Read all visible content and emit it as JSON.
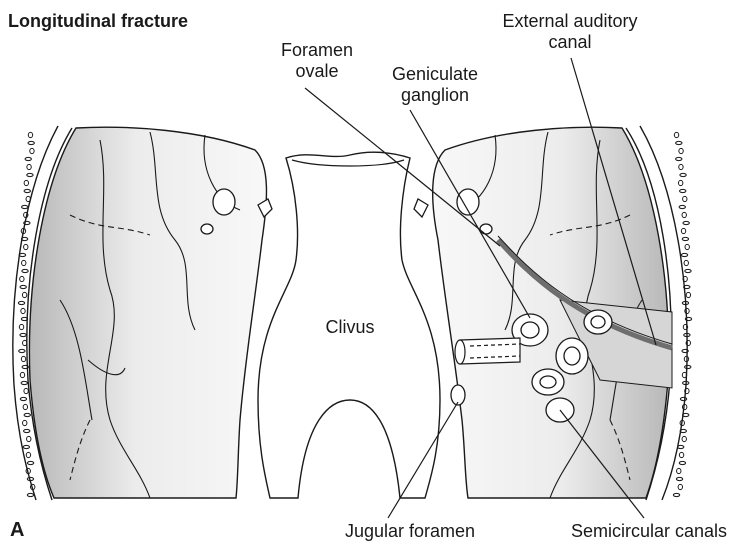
{
  "figure": {
    "title": "Longitudinal fracture",
    "panel_letter": "A",
    "labels": {
      "external_auditory_canal": "External auditory\ncanal",
      "foramen_ovale": "Foramen\novale",
      "geniculate_ganglion": "Geniculate\nganglion",
      "clivus": "Clivus",
      "jugular_foramen": "Jugular foramen",
      "semicircular_canals": "Semicircular canals"
    }
  },
  "colors": {
    "line": "#1a1a1a",
    "shade_dark": "#b8b8b8",
    "shade_light": "#f2f2f2",
    "fracture": "#6e6e6e",
    "band": "#d6d6d6"
  }
}
